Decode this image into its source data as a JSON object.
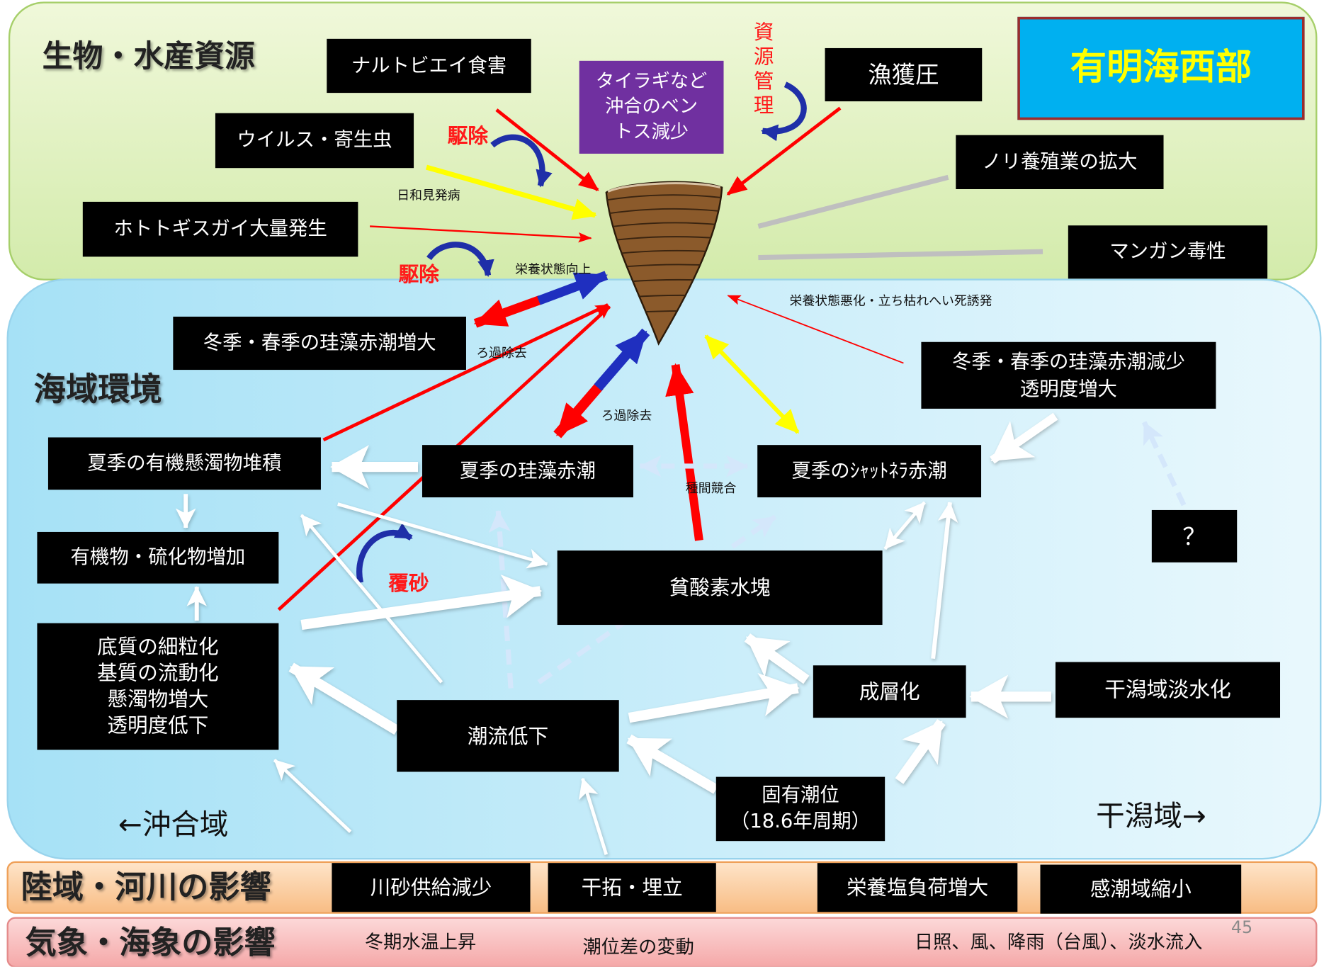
{
  "title": "有明海西部",
  "sections": {
    "biology": "生物・水産資源",
    "marine_environment": "海域環境",
    "land_river": "陸域・河川の影響",
    "weather_ocean": "気象・海象の影響"
  },
  "directions": {
    "offshore": "←沖合域",
    "tidal_flat": "干潟域→"
  },
  "page_number": "45",
  "central_box": [
    "タイラギなど",
    "沖合のベン",
    "トス減少"
  ],
  "biology_factors": {
    "ray_predation": "ナルトビエイ食害",
    "virus_parasite": "ウイルス・寄生虫",
    "mussel_outbreak": "ホトトギスガイ大量発生",
    "fishing_pressure": "漁獲圧",
    "nori_expansion": "ノリ養殖業の拡大",
    "manganese": "マンガン毒性"
  },
  "marine_factors": {
    "winter_diatom_increase": "冬季・春季の珪藻赤潮増大",
    "winter_diatom_decrease": [
      "冬季・春季の珪藻赤潮減少",
      "透明度増大"
    ],
    "summer_organic_deposit": "夏季の有機懸濁物堆積",
    "summer_diatom": "夏季の珪藻赤潮",
    "summer_chattonella": "夏季のｼｬｯﾄﾈﾗ赤潮",
    "organic_sulfide": "有機物・硫化物増加",
    "hypoxia": "貧酸素水塊",
    "unknown": "？",
    "sediment": [
      "底質の細粒化",
      "基質の流動化",
      "懸濁物増大",
      "透明度低下"
    ],
    "tidal_current_decrease": "潮流低下",
    "stratification": "成層化",
    "freshening": "干潟域淡水化",
    "natural_tide": [
      "固有潮位",
      "（18.6年周期）"
    ]
  },
  "land_factors": [
    "川砂供給減少",
    "干拓・埋立",
    "栄養塩負荷増大",
    "感潮域縮小"
  ],
  "weather_factors": [
    "冬期水温上昇",
    "潮位差の変動",
    "日照、風、降雨（台風）、淡水流入"
  ],
  "annotations": {
    "opportunistic_disease": "日和見発病",
    "nutrition_improve": "栄養状態向上",
    "filtration_1": "ろ過除去",
    "filtration_2": "ろ過除去",
    "competition": "種間競合",
    "nutrition_worsen": "栄養状態悪化・立ち枯れへい死誘発",
    "removal_1": "駆除",
    "removal_2": "駆除",
    "resource_management": "資源管理",
    "sand_cover": "覆砂"
  },
  "colors": {
    "title_fill": "#00b0f0",
    "title_text": "#ffff00",
    "central_fill": "#7030a0",
    "negative_arrow": "#ff0000",
    "positive_arrow": "#1f2fbf",
    "yellow_arrow": "#ffff00",
    "neutral_link": "#bfbfbf",
    "shell": "#8b5a2b"
  }
}
